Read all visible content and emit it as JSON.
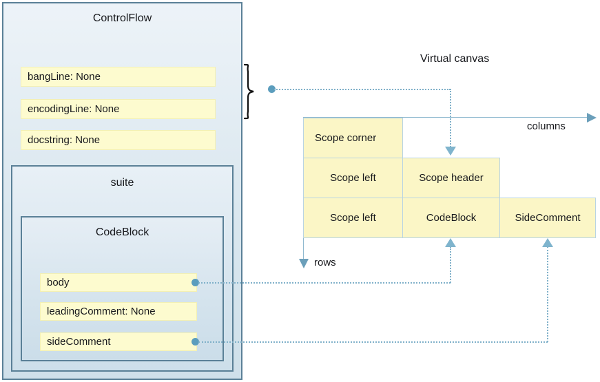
{
  "diagram": {
    "title_virtual_canvas": "Virtual canvas",
    "axes": {
      "columns_label": "columns",
      "rows_label": "rows"
    }
  },
  "control_flow": {
    "title": "ControlFlow",
    "fields": [
      {
        "label": "bangLine: None"
      },
      {
        "label": "encodingLine: None"
      },
      {
        "label": "docstring: None"
      }
    ],
    "suite": {
      "title": "suite",
      "code_block": {
        "title": "CodeBlock",
        "fields": [
          {
            "label": "body"
          },
          {
            "label": "leadingComment: None"
          },
          {
            "label": "sideComment"
          }
        ]
      }
    }
  },
  "grid": {
    "rows": [
      {
        "cells": [
          {
            "label": "Scope corner"
          }
        ]
      },
      {
        "cells": [
          {
            "label": "Scope left"
          },
          {
            "label": "Scope header"
          }
        ]
      },
      {
        "cells": [
          {
            "label": "Scope left"
          },
          {
            "label": "CodeBlock"
          },
          {
            "label": "SideComment"
          }
        ]
      }
    ]
  },
  "colors": {
    "field_fill": "#fdfbcf",
    "cell_fill": "#fbf6c6",
    "box_border": "#5a8097",
    "connector": "#7fb0c9",
    "dot": "#5b9dbd",
    "axis": "#8fb9cf"
  }
}
